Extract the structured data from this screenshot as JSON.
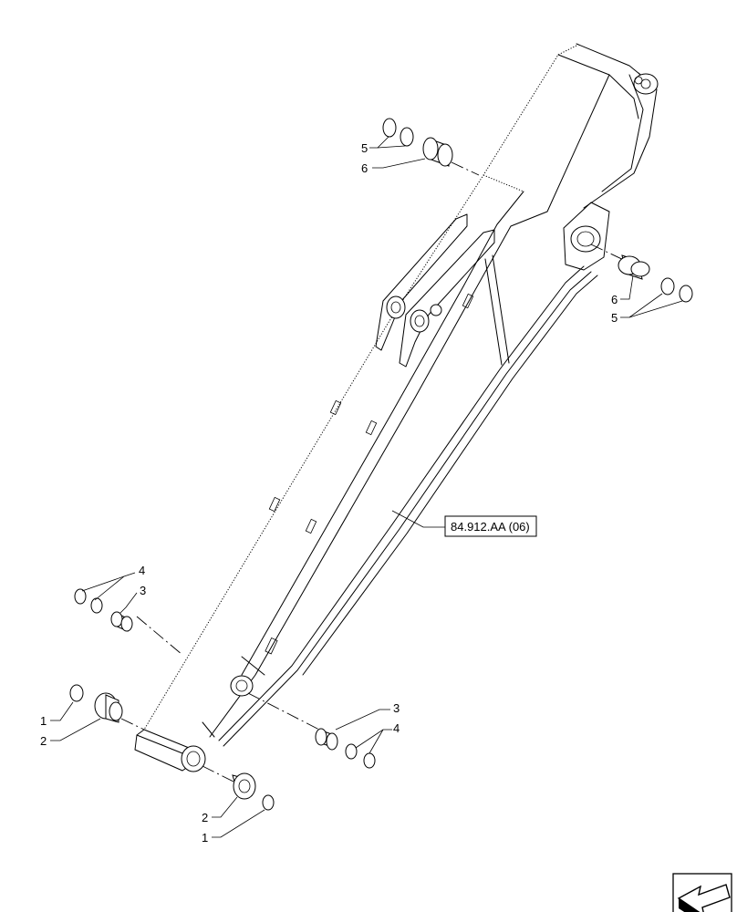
{
  "callouts": {
    "c1a": "1",
    "c1b": "1",
    "c2a": "2",
    "c2b": "2",
    "c3a": "3",
    "c3b": "3",
    "c4a": "4",
    "c4b": "4",
    "c5a": "5",
    "c5b": "5",
    "c6a": "6",
    "c6b": "6"
  },
  "reference_box": "84.912.AA (06)",
  "nav_icon": "arrow-navigation-icon"
}
